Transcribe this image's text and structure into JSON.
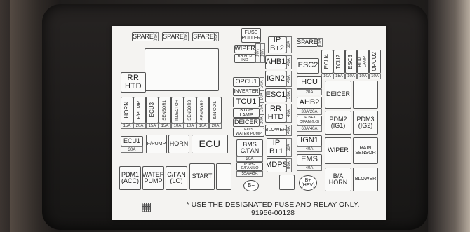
{
  "fuse_panel": {
    "spares": [
      "SPARE",
      "SPARE",
      "SPARE"
    ],
    "spare_amps": [
      "15A",
      "15A",
      "20A"
    ],
    "fuse_puller": "FUSE\nPULLER",
    "wiper": "WIPER",
    "wiper_amps": [
      "10A",
      "10A"
    ],
    "rr_htd_ind": "RR HTD\nIND",
    "ip_b2": "IP\nB+2",
    "ip_b2_amp": "60A",
    "spare_right": "SPARE",
    "spare_right_amp": "15A",
    "ahb1": "AHB1",
    "ahb1_amp": "40A",
    "esc2": "ESC2",
    "ecu4": "ECU4",
    "tcu2": "TCU2",
    "esc3": "ESC3",
    "bup_lamp": "B/UP\nLAMP",
    "opcu2": "OPCU2",
    "top_right_amps": [
      "10A",
      "15A",
      "10A",
      "10A",
      "10A"
    ],
    "rr_htd": "RR\nHTD",
    "opcu1": "OPCU1",
    "inverter": "INVERTER",
    "ign2": "IGN2",
    "ign2_amp": "40A",
    "hcu": "HCU",
    "hcu_amp": "20A",
    "tcu1": "TCU1",
    "esc1": "ESC1",
    "esc1_amp": "30A",
    "deicer_top": "DEICER",
    "mid_col_amps": [
      "20A",
      "10A",
      "15A",
      "20A"
    ],
    "ahb2": "AHB2",
    "ahb2_amp": "30A/20A",
    "stop_lamp": "STOP\nLAMP",
    "rr_htd2": "RR\nHTD",
    "rr_htd2_amp": "40A",
    "ip_b3_cfan_lo": "IP B+3\nC/FAN (LO)",
    "ip_b3_cfan_lo_amp": "60A/40A",
    "deicer_mid": "DEICER",
    "pdm2": "PDM2\n(IG1)",
    "pdm3": "PDM3\n(IG2)",
    "horn_v": "HORN",
    "fpump_v": "F/PUMP",
    "ecu3_v": "ECU3",
    "sensor1_v": "SENSOR1",
    "injector_v": "INJECTOR",
    "sensor3_v": "SENSOR3",
    "sensor2_v": "SENSOR2",
    "ign_coil_v": "IGN COIL",
    "row_amps": [
      "15A",
      "20A",
      "15A",
      "15A",
      "10A",
      "10A",
      "10A",
      "20A"
    ],
    "edis_water_pump": "EDIS\nWATER PUMP",
    "blower_mid": "BLOWER",
    "blower_mid_amp": "40A",
    "ecu1": "ECU1",
    "ecu1_amp": "30A",
    "fpump": "F/PUMP",
    "horn": "HORN",
    "ecu": "ECU",
    "bms_cfan": "BMS\nC/FAN",
    "bms_cfan_amp": "20A",
    "ip_b1": "IP\nB+1",
    "ip_b1_amp": "60A",
    "ign1": "IGN1",
    "ign1_amp": "40A",
    "wiper_big": "WIPER",
    "rain_sensor": "RAIN\nSENSOR",
    "ip_b3_cfan_lo2": "IP B+3\nC/FAN LO",
    "ip_b3_cfan_lo2_amp": "55A/45A",
    "mdps": "MDPS",
    "mdps_amp": "80A",
    "ems": "EMS",
    "ems_amp": "40A",
    "pdm1": "PDM1\n(ACC)",
    "water_pump": "WATER\nPUMP",
    "cfan_lo": "C/FAN\n(LO)",
    "start": "START",
    "b_plus": "B+",
    "b_plus_hev": "B+\n(HEV)",
    "ba_horn": "B/A\nHORN",
    "blower": "BLOWER",
    "footer_line1": "* USE THE DESIGNATED FUSE AND RELAY ONLY.",
    "footer_line2": "91956-00128"
  }
}
